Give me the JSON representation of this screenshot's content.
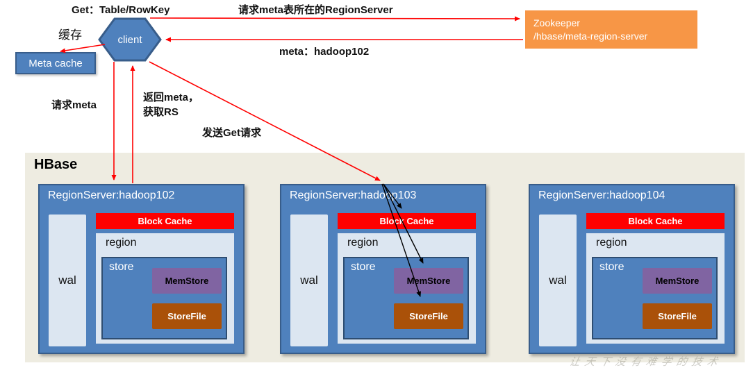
{
  "colors": {
    "blue": "#4F81BD",
    "blue-border": "#385D8A",
    "light-blue": "#DCE6F1",
    "beige": "#EEECE1",
    "orange": "#F79646",
    "red": "#FF0000",
    "purple": "#8064A2",
    "brown": "#AA5109",
    "arrow-red": "#FF0000",
    "arrow-black": "#000000"
  },
  "labels": {
    "get_request": "Get：Table/RowKey",
    "ask_meta_region": "请求meta表所在的RegionServer",
    "cache": "缓存",
    "meta_result": "meta：hadoop102",
    "request_meta": "请求meta",
    "return_meta_line1": "返回meta，",
    "return_meta_line2": "获取RS",
    "send_get": "发送Get请求"
  },
  "client": {
    "label": "client"
  },
  "meta_cache": {
    "label": "Meta cache"
  },
  "zookeeper": {
    "line1": "Zookeeper",
    "line2": "/hbase/meta-region-server"
  },
  "hbase": {
    "title": "HBase",
    "servers": [
      {
        "title": "RegionServer:hadoop102",
        "wal_label": "wal",
        "block_cache_label": "Block Cache",
        "region_label": "region",
        "store_label": "store",
        "memstore_label": "MemStore",
        "storefile_label": "StoreFile"
      },
      {
        "title": "RegionServer:hadoop103",
        "wal_label": "wal",
        "block_cache_label": "Block Cache",
        "region_label": "region",
        "store_label": "store",
        "memstore_label": "MemStore",
        "storefile_label": "StoreFile"
      },
      {
        "title": "RegionServer:hadoop104",
        "wal_label": "wal",
        "block_cache_label": "Block Cache",
        "region_label": "region",
        "store_label": "store",
        "memstore_label": "MemStore",
        "storefile_label": "StoreFile"
      }
    ]
  },
  "watermark": "让天下没有难学的技术"
}
